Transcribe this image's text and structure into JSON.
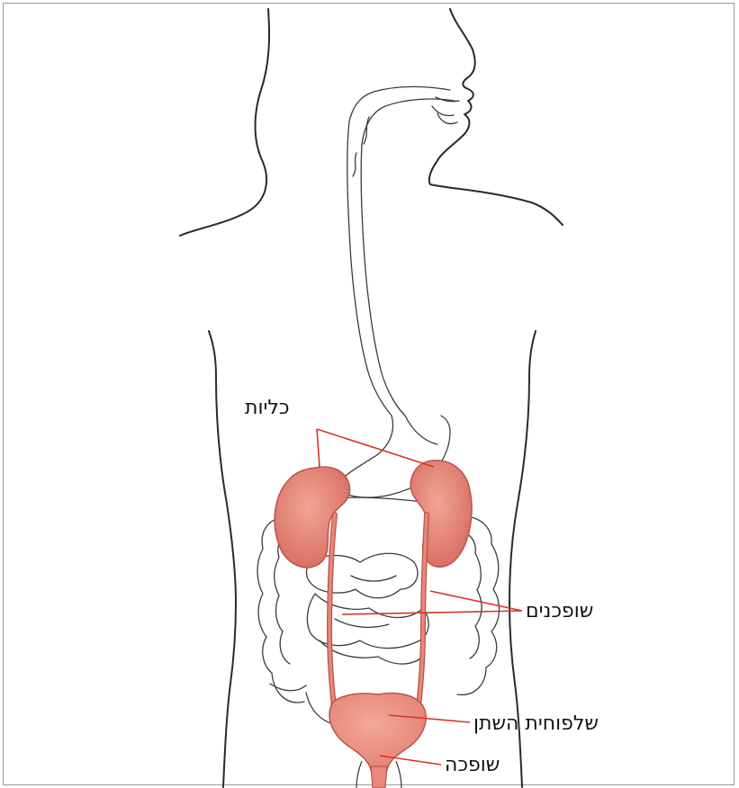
{
  "labels": {
    "kidneys": "כליות",
    "ureters": "שופכנים",
    "bladder": "שלפוחית השתן",
    "urethra": "שופכה"
  },
  "colors": {
    "organ_fill": "#e8877a",
    "organ_stroke": "#b9544a",
    "leader_line": "#d9332a",
    "outline": "#2a2a2a"
  }
}
